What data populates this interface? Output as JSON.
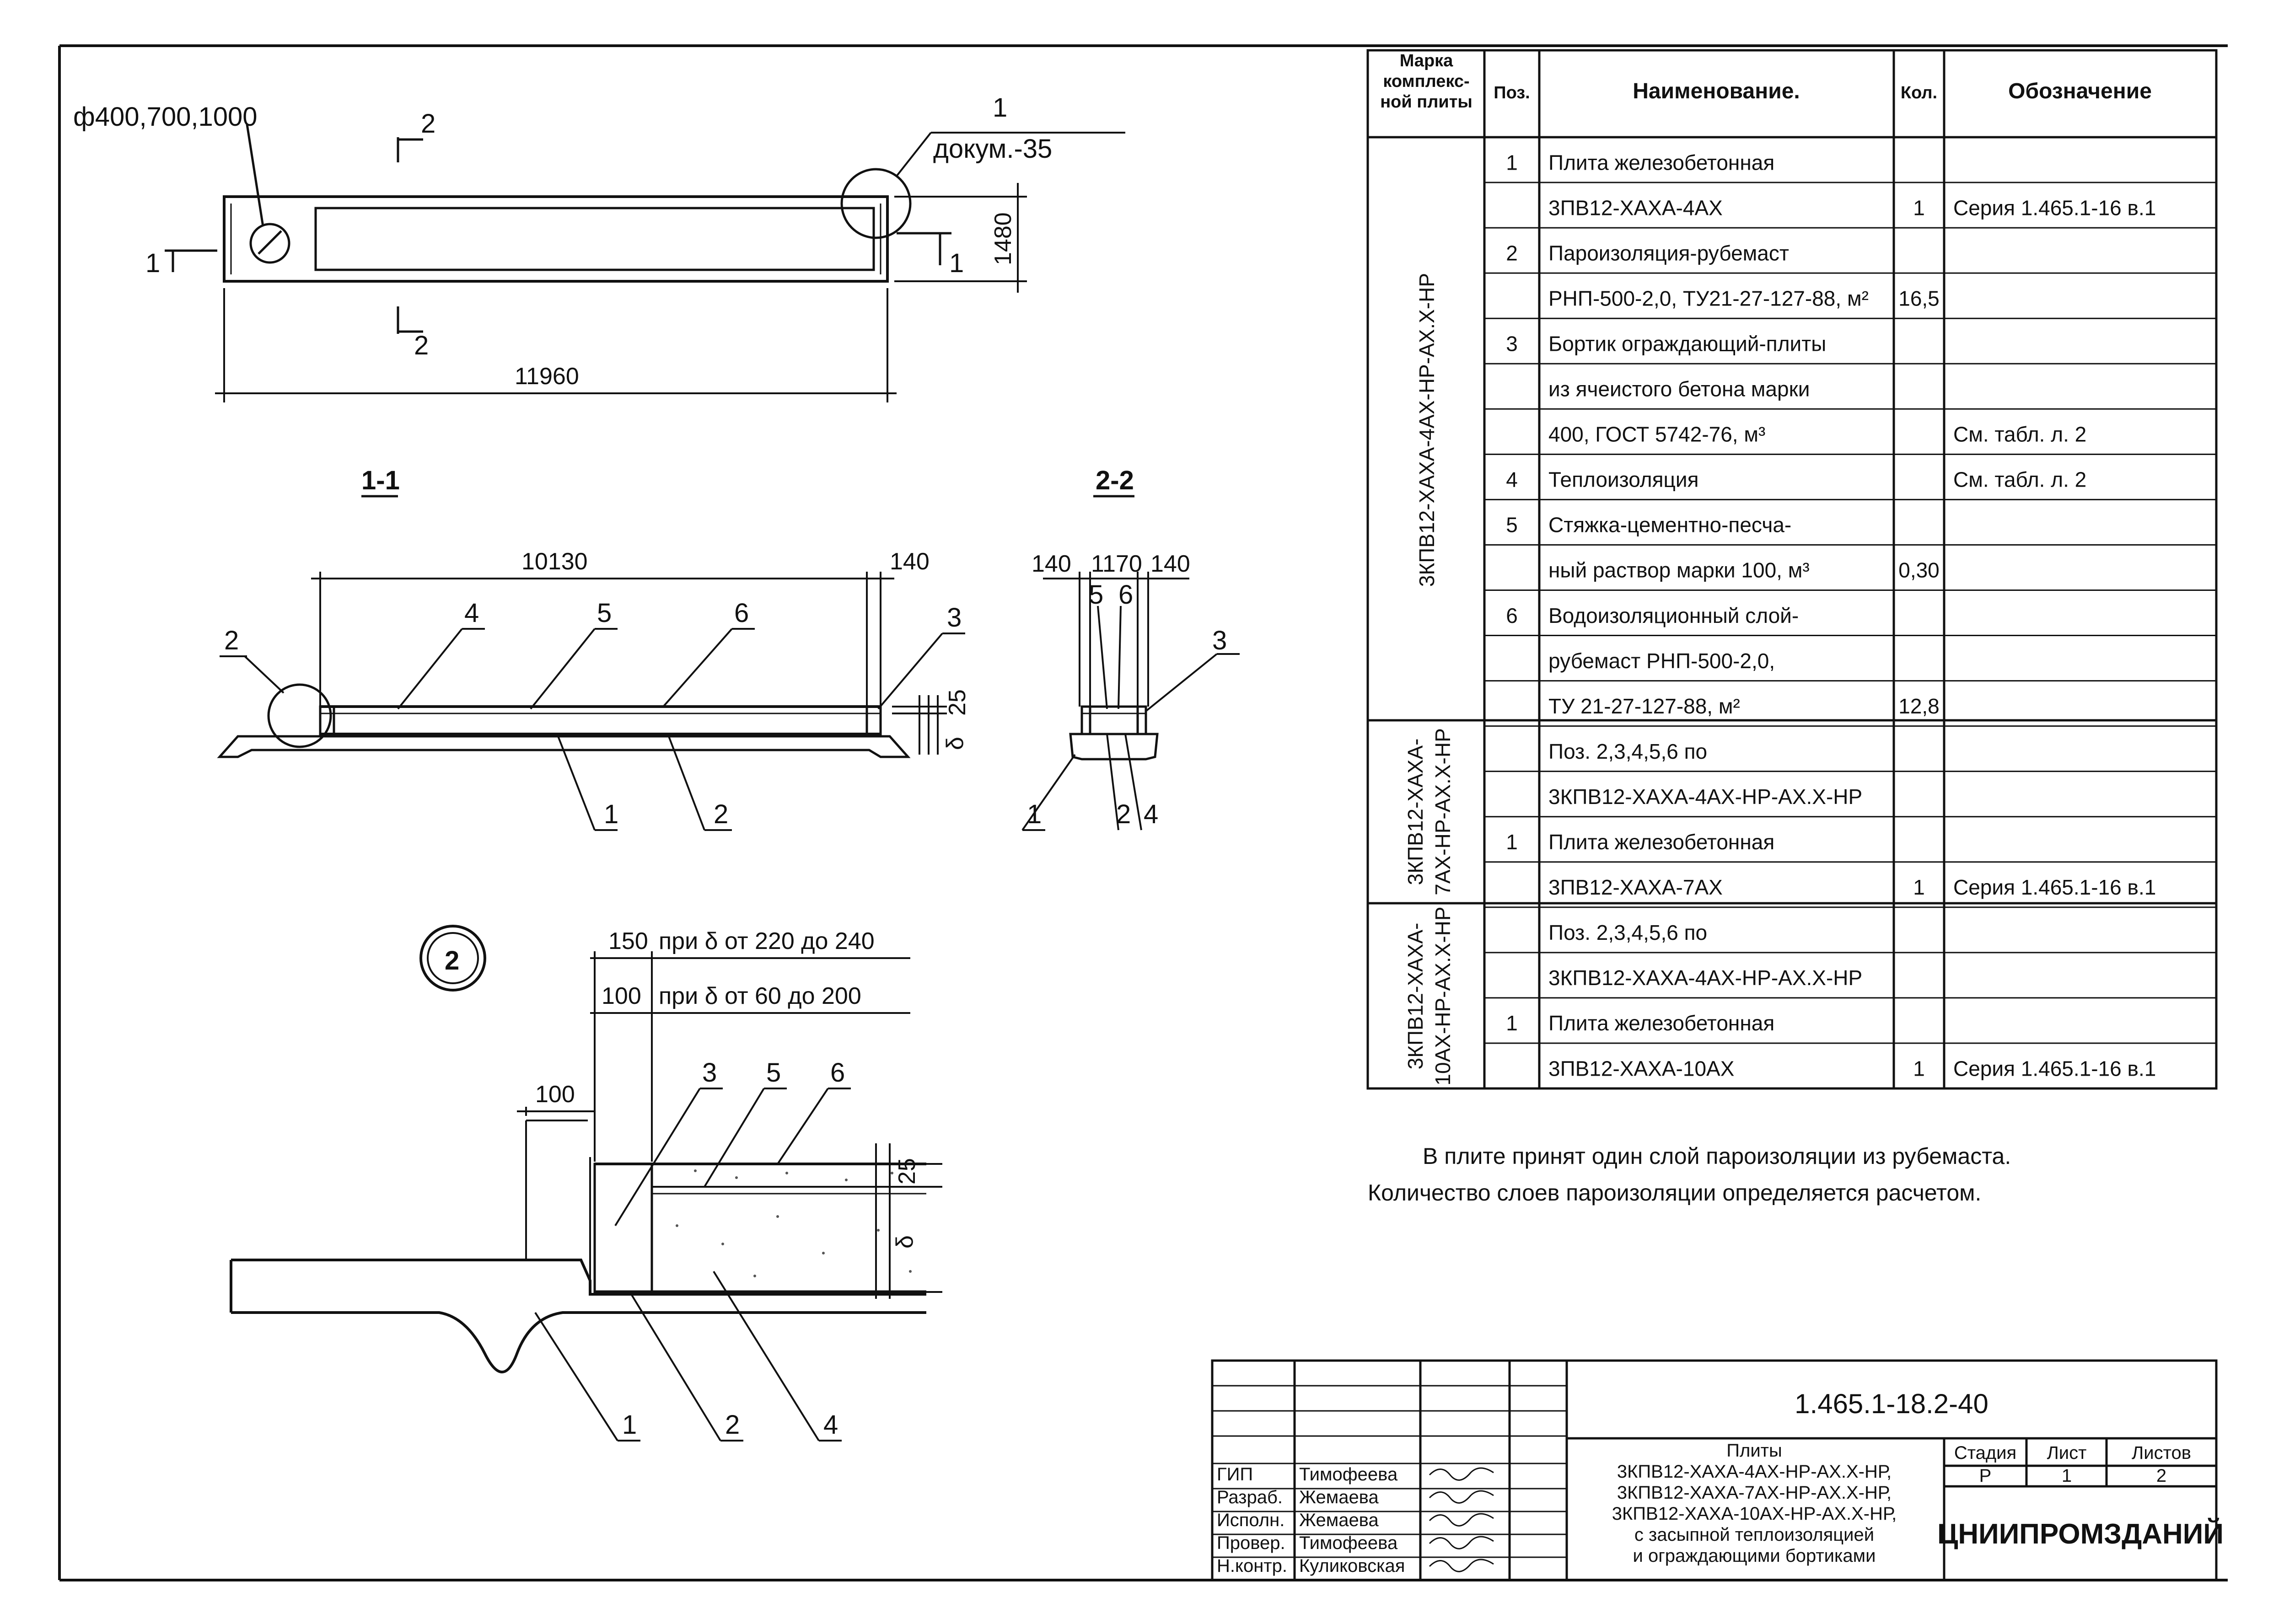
{
  "drawing": {
    "plan": {
      "hole_label": "ф400,700,1000",
      "detail_ref_number": "1",
      "detail_ref_doc": "докум.-35",
      "section_2_label": "2",
      "section_1_label": "1",
      "dim_width": "1480",
      "dim_length": "11960"
    },
    "section_1_1": {
      "title": "1-1",
      "dim_inner": "10130",
      "dim_edge": "140",
      "dim_screed": "25",
      "delta": "δ",
      "detail_callout": "2",
      "pos_labels": [
        "1",
        "2",
        "3",
        "4",
        "5",
        "6"
      ]
    },
    "section_2_2": {
      "title": "2-2",
      "dims": [
        "140",
        "1170",
        "140"
      ],
      "pos_labels": [
        "5",
        "6",
        "3",
        "1",
        "2",
        "4"
      ]
    },
    "detail_2": {
      "number": "2",
      "dim_150": "150",
      "note_150": "при δ от 220 до 240",
      "dim_100": "100",
      "note_100": "при δ от 60 до 200",
      "dim_100_left": "100",
      "dim_25": "25",
      "delta": "δ",
      "pos_labels": [
        "3",
        "5",
        "6",
        "1",
        "2",
        "4"
      ]
    }
  },
  "spec_table": {
    "headers": [
      "Марка комплекс-ной плиты",
      "Поз.",
      "Наименование.",
      "Кол.",
      "Обозначение"
    ],
    "groups": [
      "3КПВ12-ХАХА-4АХ-НР-АХ.Х-НР",
      "3КПВ12-ХАХА-7АХ-НР-АХ.Х-НР",
      "3КПВ12-ХАХА-10АХ-НР-АХ.Х-НР"
    ],
    "rows": [
      {
        "pos": "1",
        "name": "Плита железобетонная",
        "qty": "",
        "ref": ""
      },
      {
        "pos": "",
        "name": "3ПВ12-ХАХА-4АХ",
        "qty": "1",
        "ref": "Серия 1.465.1-16 в.1"
      },
      {
        "pos": "2",
        "name": "Пароизоляция-рубемаст",
        "qty": "",
        "ref": ""
      },
      {
        "pos": "",
        "name": "РНП-500-2,0, ТУ21-27-127-88,  м²",
        "qty": "16,5",
        "ref": ""
      },
      {
        "pos": "3",
        "name": "Бортик ограждающий-плиты",
        "qty": "",
        "ref": ""
      },
      {
        "pos": "",
        "name": "из ячеистого бетона марки",
        "qty": "",
        "ref": ""
      },
      {
        "pos": "",
        "name": "400, ГОСТ 5742-76,       м³",
        "qty": "",
        "ref": "См. табл. л. 2"
      },
      {
        "pos": "4",
        "name": "Теплоизоляция",
        "qty": "",
        "ref": "См. табл. л. 2"
      },
      {
        "pos": "5",
        "name": "Стяжка-цементно-песча-",
        "qty": "",
        "ref": ""
      },
      {
        "pos": "",
        "name": "ный раствор марки 100, м³",
        "qty": "0,30",
        "ref": ""
      },
      {
        "pos": "6",
        "name": "Водоизоляционный слой-",
        "qty": "",
        "ref": ""
      },
      {
        "pos": "",
        "name": "рубемаст РНП-500-2,0,",
        "qty": "",
        "ref": ""
      },
      {
        "pos": "",
        "name": "ТУ 21-27-127-88,        м²",
        "qty": "12,8",
        "ref": ""
      },
      {
        "pos": "",
        "name": "Поз. 2,3,4,5,6 по",
        "qty": "",
        "ref": ""
      },
      {
        "pos": "",
        "name": "3КПВ12-ХАХА-4АХ-НР-АХ.Х-НР",
        "qty": "",
        "ref": ""
      },
      {
        "pos": "1",
        "name": "Плита железобетонная",
        "qty": "",
        "ref": ""
      },
      {
        "pos": "",
        "name": "3ПВ12-ХАХА-7АХ",
        "qty": "1",
        "ref": "Серия 1.465.1-16 в.1"
      },
      {
        "pos": "",
        "name": "Поз. 2,3,4,5,6 по",
        "qty": "",
        "ref": ""
      },
      {
        "pos": "",
        "name": "3КПВ12-ХАХА-4АХ-НР-АХ.Х-НР",
        "qty": "",
        "ref": ""
      },
      {
        "pos": "1",
        "name": "Плита железобетонная",
        "qty": "",
        "ref": ""
      },
      {
        "pos": "",
        "name": "3ПВ12-ХАХА-10АХ",
        "qty": "1",
        "ref": "Серия 1.465.1-16 в.1"
      }
    ]
  },
  "notes": [
    "В плите принят один слой пароизоляции из рубемаста.",
    "Количество слоев пароизоляции определяется расчетом."
  ],
  "title_block": {
    "doc_code": "1.465.1-18.2-40",
    "title_lines": [
      "Плиты",
      "3КПВ12-ХАХА-4АХ-НР-АХ.Х-НР,",
      "3КПВ12-ХАХА-7АХ-НР-АХ.Х-НР,",
      "3КПВ12-ХАХА-10АХ-НР-АХ.Х-НР,",
      "с засыпной теплоизоляцией",
      "и ограждающими бортиками"
    ],
    "stage_label": "Стадия",
    "sheet_label": "Лист",
    "sheets_label": "Листов",
    "stage": "Р",
    "sheet": "1",
    "sheets": "2",
    "organization": "ЦНИИПРОМЗДАНИЙ",
    "signatories": [
      {
        "role": "ГИП",
        "name": "Тимофеева"
      },
      {
        "role": "Разраб.",
        "name": "Жемаева"
      },
      {
        "role": "Исполн.",
        "name": "Жемаева"
      },
      {
        "role": "Провер.",
        "name": "Тимофеева"
      },
      {
        "role": "Н.контр.",
        "name": "Куликовская"
      }
    ]
  }
}
